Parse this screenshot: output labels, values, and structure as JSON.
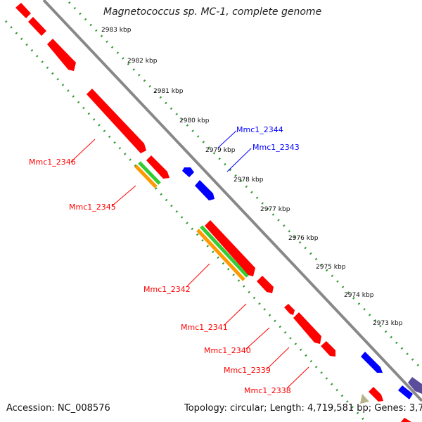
{
  "title": "Magnetococcus sp. MC-1, complete genome",
  "accession": "Accession: NC_008576",
  "topology": "Topology: circular; Length: 4,719,581 bp; Genes: 3,772",
  "colors": {
    "backbone": "#888888",
    "forward_gene": "#ff0000",
    "reverse_gene": "#0000ff",
    "cds": "#ff9900",
    "rna": "#33cc33",
    "other_gene": "#5b4c9c",
    "pseudo": "#b7b48a",
    "ruler_dots": "#339933",
    "label_line": "#ff0000",
    "label_line_blue": "#0000ff"
  },
  "kbp_ticks": [
    "2983 kbp",
    "2982 kbp",
    "2981 kbp",
    "2980 kbp",
    "2979 kbp",
    "2978 kbp",
    "2977 kbp",
    "2976 kbp",
    "2975 kbp",
    "2974 kbp",
    "2973 kbp"
  ],
  "gene_labels_left": [
    "Mmc1_2346",
    "Mmc1_2345",
    "Mmc1_2342",
    "Mmc1_2341",
    "Mmc1_2340",
    "Mmc1_2339",
    "Mmc1_2338"
  ],
  "gene_labels_right": [
    "Mmc1_2344",
    "Mmc1_2343"
  ]
}
